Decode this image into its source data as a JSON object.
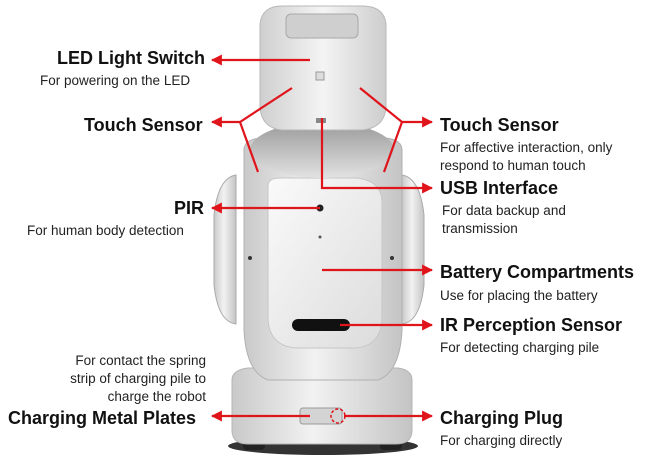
{
  "diagram": {
    "left_callouts": [
      {
        "id": "led",
        "title": "LED Light Switch",
        "desc": "For powering on the LED"
      },
      {
        "id": "touch-left",
        "title": "Touch Sensor",
        "desc": ""
      },
      {
        "id": "pir",
        "title": "PIR",
        "desc": "For human body detection"
      },
      {
        "id": "charging-plates",
        "title": "Charging Metal Plates",
        "desc_lines": [
          "For contact the spring",
          "strip of charging pile to",
          "charge the robot"
        ]
      }
    ],
    "right_callouts": [
      {
        "id": "touch-right",
        "title": "Touch Sensor",
        "desc_lines": [
          "For affective interaction, only",
          "respond to human touch"
        ]
      },
      {
        "id": "usb",
        "title": "USB Interface",
        "desc_lines": [
          "For data backup and",
          "transmission"
        ]
      },
      {
        "id": "battery",
        "title": "Battery Compartments",
        "desc": "Use for placing the battery"
      },
      {
        "id": "ir",
        "title": "IR Perception Sensor",
        "desc": "For detecting charging pile"
      },
      {
        "id": "plug",
        "title": "Charging Plug",
        "desc": "For charging directly"
      }
    ],
    "arrow_color": "#e0141b"
  }
}
